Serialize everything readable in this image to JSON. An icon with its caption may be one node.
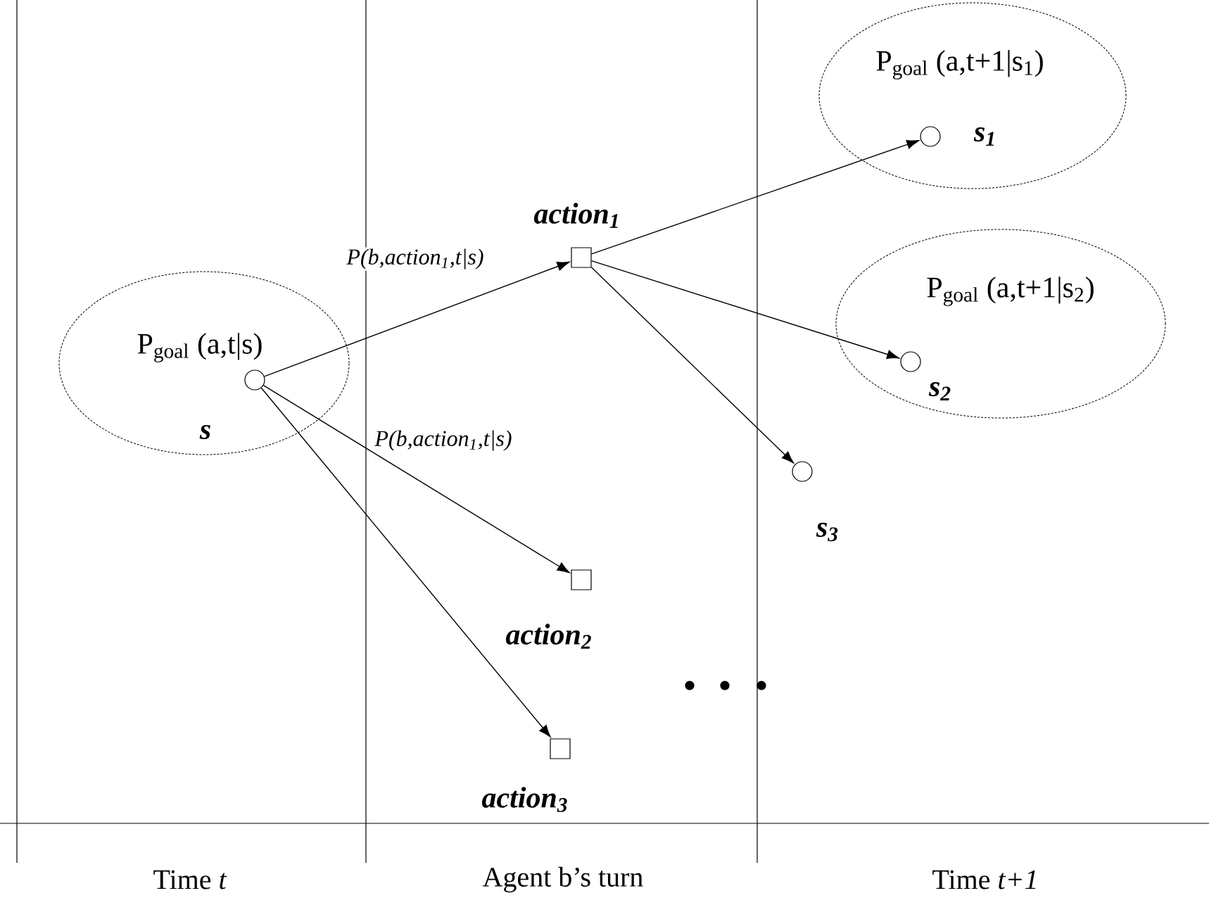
{
  "diagram": {
    "nodes": [
      {
        "text": [
          "P$_{goal}$ (a,t|s)"
        ]
      },
      {
        "text": [],
        "shape": "circle",
        "in": 0,
        "beside": [
          "s"
        ]
      },
      {
        "text": [],
        "shape": "box",
        "beside": [
          "action$_{1}$"
        ]
      },
      {
        "text": [
          "P$_{goal}$ (a,t+1|s$_{1}$)"
        ]
      },
      {
        "text": [],
        "shape": "circle",
        "in": 3,
        "beside": [
          "s$_{1}$"
        ]
      },
      {
        "text": [
          "P$_{goal}$ (a,t+1|s$_{2}$)"
        ]
      },
      {
        "text": [],
        "shape": "circle",
        "in": 5,
        "beside": [
          "s$_{2}$"
        ]
      },
      {
        "text": [],
        "shape": "circle",
        "beside": [
          "s$_{3}$"
        ]
      },
      {
        "text": [],
        "shape": "box",
        "beside": [
          "action$_{2}$"
        ]
      },
      {
        "text": [],
        "shape": "box",
        "beside": [
          "action$_{3}$"
        ]
      }
    ],
    "edges": [
      {
        "from": 1,
        "to": 2,
        "arrow": "to",
        "label": "P(b,action$_{1}$,t|s)"
      },
      {
        "from": 1,
        "to": 8,
        "arrow": "to",
        "label": "P(b,action$_{1}$,t|s)"
      },
      {
        "from": 1,
        "to": 9,
        "arrow": "to"
      },
      {
        "from": 2,
        "to": 4,
        "arrow": "to"
      },
      {
        "from": 2,
        "to": 6,
        "arrow": "to"
      },
      {
        "from": 2,
        "to": 7,
        "arrow": "to"
      }
    ],
    "labels": [
      "Time *t*",
      "Agent b’s turn",
      "Time *t+1*"
    ]
  }
}
